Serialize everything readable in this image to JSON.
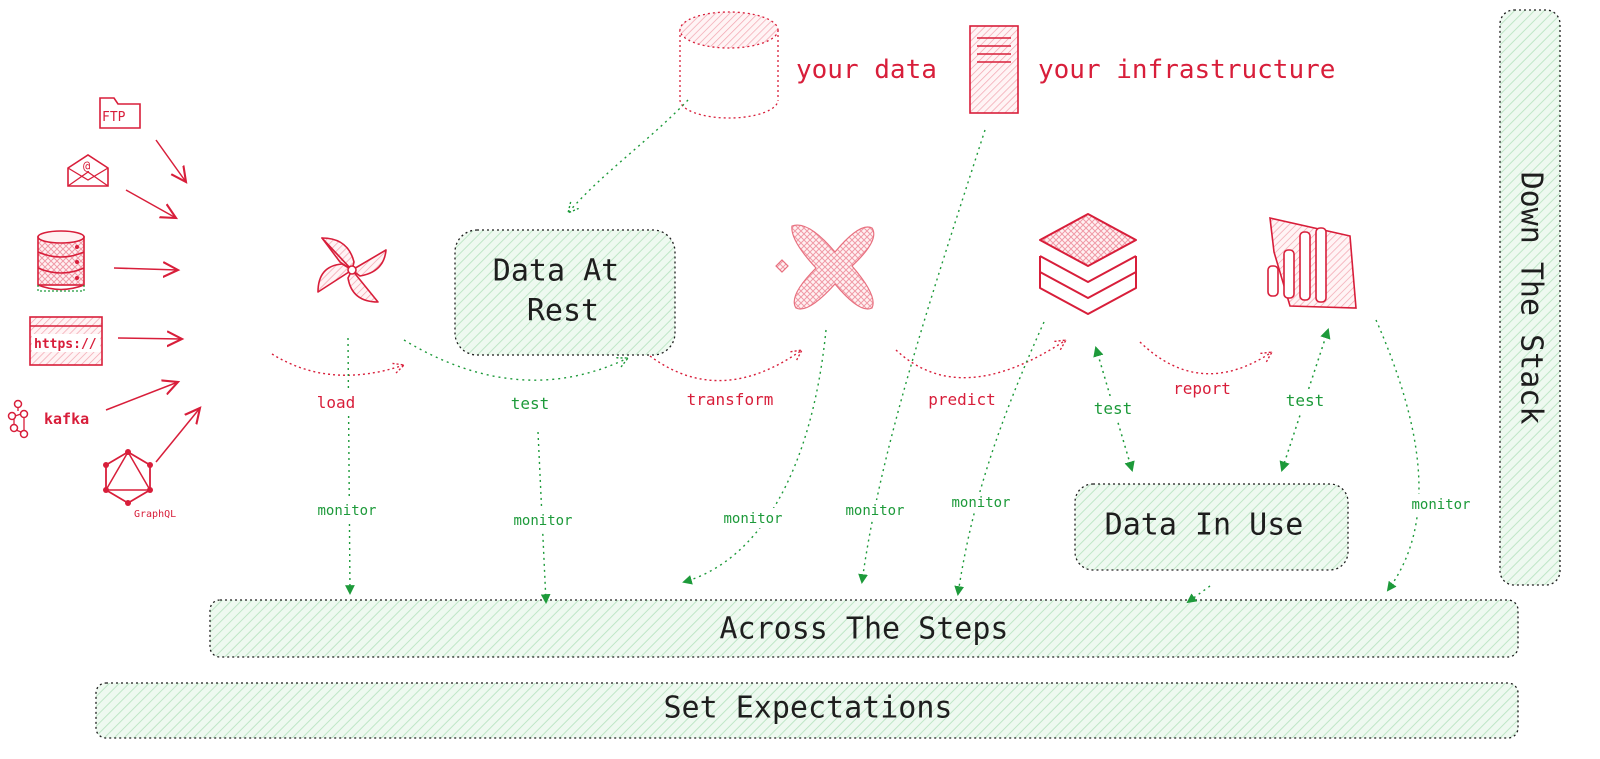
{
  "header": {
    "your_data": "your data",
    "your_infrastructure": "your infrastructure"
  },
  "sources": {
    "ftp": "FTP",
    "email": "@",
    "https": "https://",
    "kafka": "kafka",
    "graphql": "GraphQL"
  },
  "boxes": {
    "data_at_rest_line1": "Data At",
    "data_at_rest_line2": "Rest",
    "data_in_use": "Data In Use",
    "across_the_steps": "Across The Steps",
    "set_expectations": "Set Expectations",
    "down_the_stack": "Down The Stack"
  },
  "steps": {
    "load": "load",
    "test_1": "test",
    "transform": "transform",
    "predict": "predict",
    "test_2": "test",
    "report": "report",
    "test_3": "test"
  },
  "monitor_labels": [
    "monitor",
    "monitor",
    "monitor",
    "monitor",
    "monitor",
    "monitor"
  ],
  "colors": {
    "red": "#d81e3a",
    "green": "#1d9a3a",
    "box_fill": "#e3f5e6",
    "outline": "#1e1e1e"
  },
  "icons": {
    "airflow": "pinwheel-icon",
    "dbt": "dbt-x-icon",
    "databricks": "stacked-layers-icon",
    "powerbi": "bar-chart-icon",
    "database": "cylinder-icon",
    "server": "server-icon"
  }
}
